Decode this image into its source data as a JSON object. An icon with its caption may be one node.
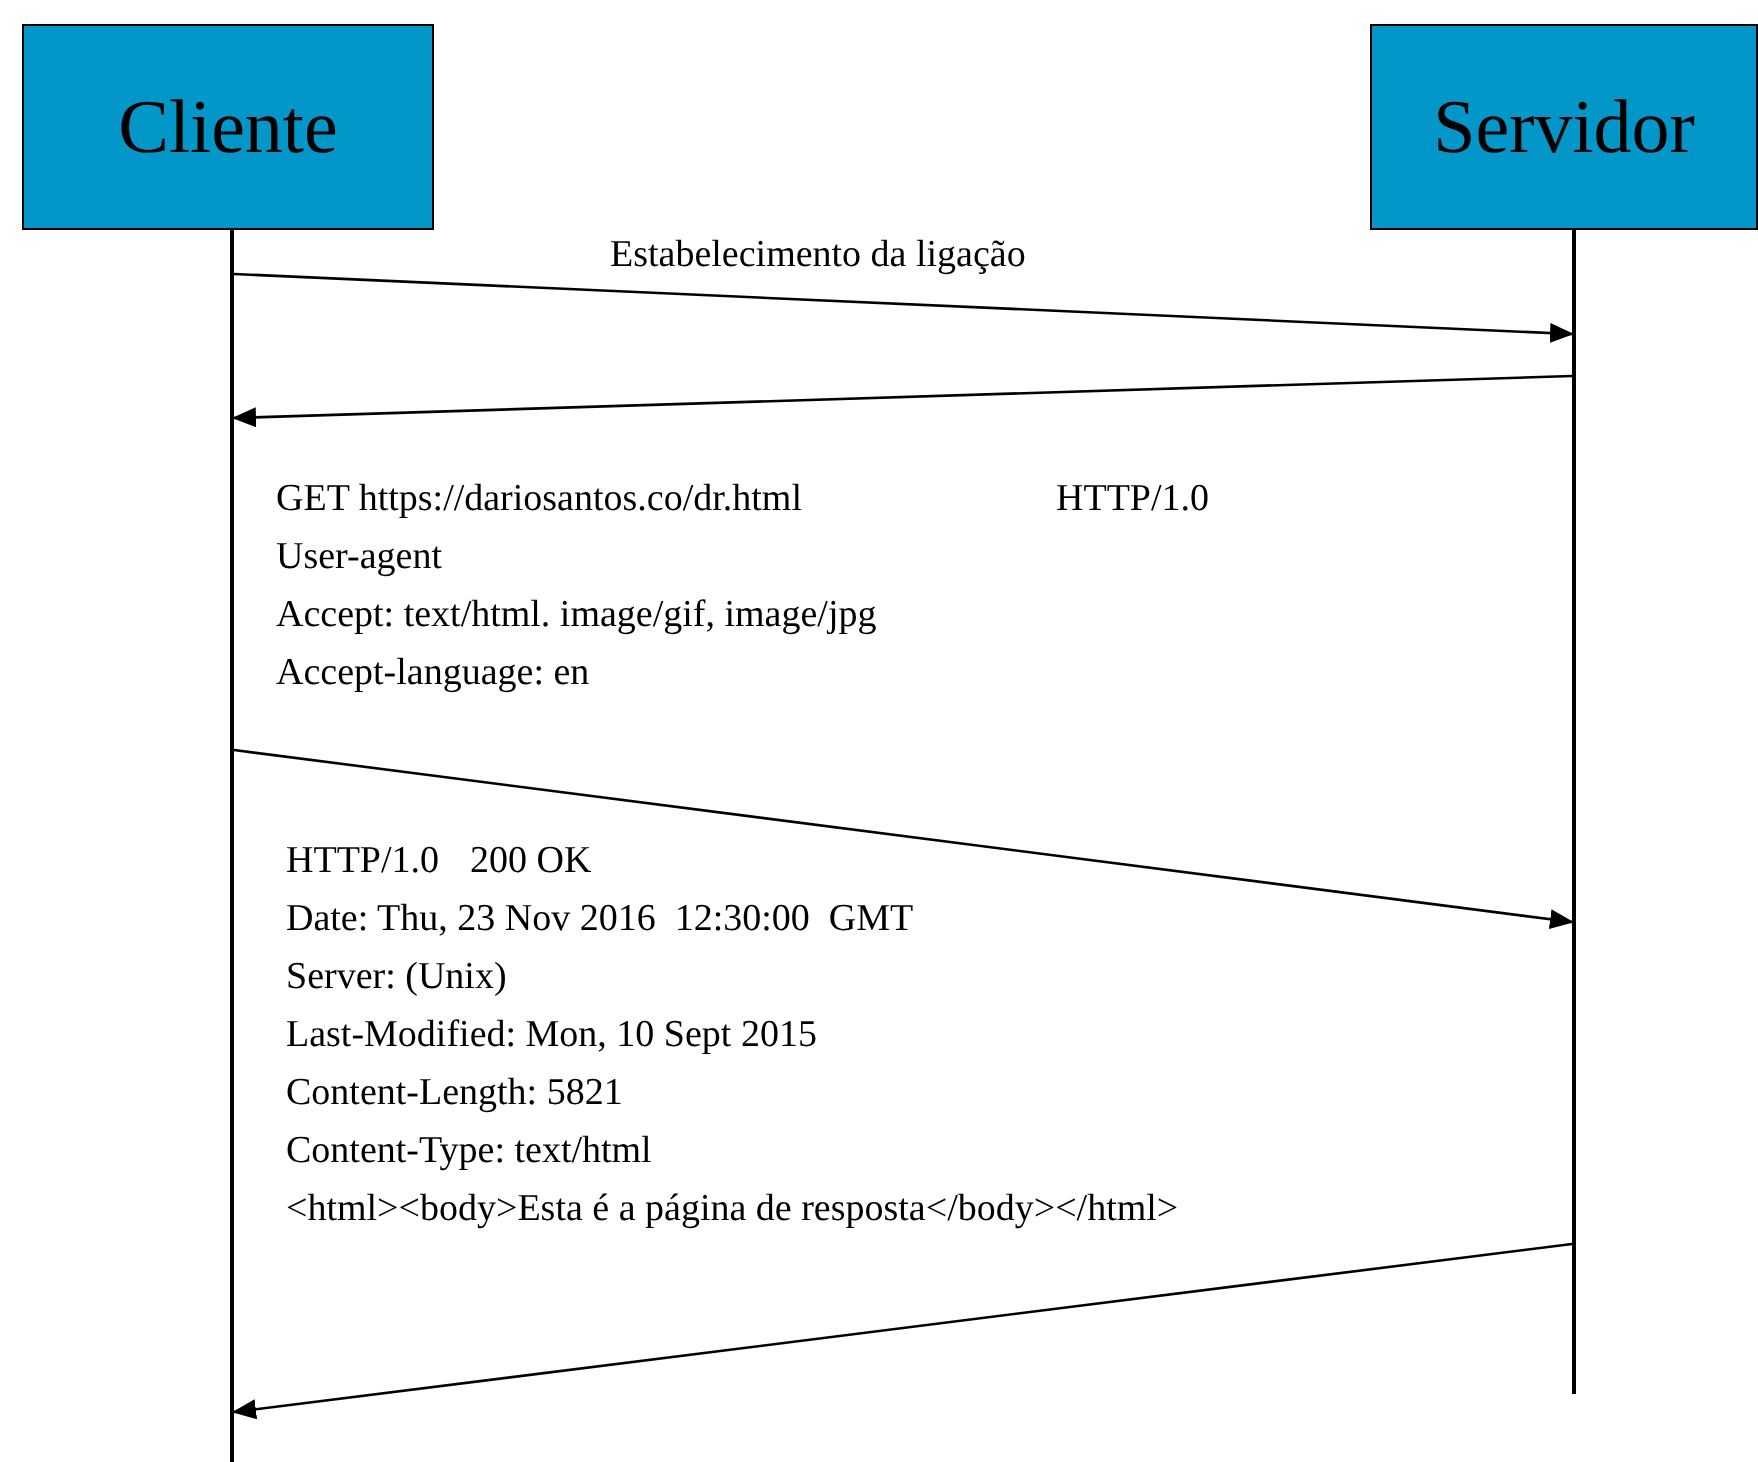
{
  "diagram": {
    "nodes": [
      {
        "text": [
          "Cliente"
        ]
      },
      {
        "text": [
          "Servidor"
        ]
      },
      {
        "text": [],
        "shape": "bar"
      },
      {
        "text": [],
        "shape": "bar"
      }
    ],
    "edges": [
      {
        "from": 2,
        "to": 3,
        "arrow": "to",
        "label": "Estabelecimento da ligação"
      },
      {
        "from": 3,
        "to": 2,
        "arrow": "to"
      },
      {
        "from": 2,
        "to": 3,
        "arrow": "to"
      },
      {
        "from": 3,
        "to": 2,
        "arrow": "to"
      }
    ],
    "labels": [
      "GET https://dariosantos.co/dr.html",
      "HTTP/1.0",
      "User-agent",
      "Accept: text/html. image/gif, image/jpg",
      "Accept-language: en",
      "HTTP/1.0",
      "200 OK",
      "Date: Thu, 23 Nov 2016  12:30:00  GMT",
      "Server: (Unix)",
      "Last-Modified: Mon, 10 Sept 2015",
      "Content-Length: 5821",
      "Content-Type: text/html",
      "<html><body>Esta é a página de resposta</body></html>"
    ]
  }
}
